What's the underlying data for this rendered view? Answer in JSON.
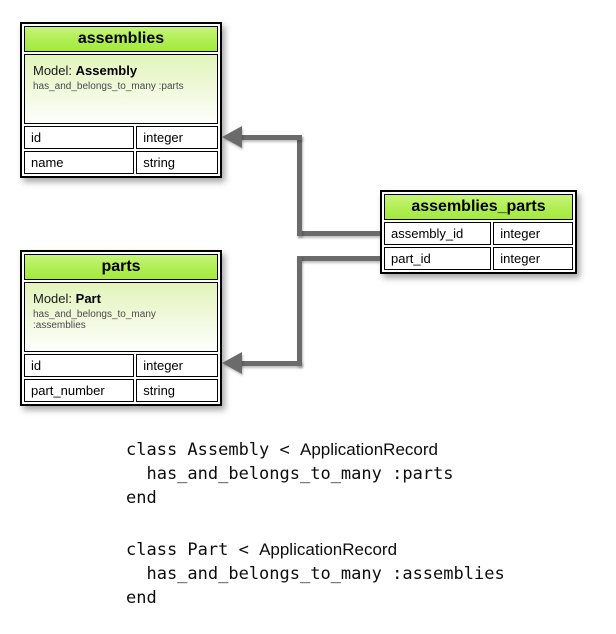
{
  "tables": [
    {
      "name": "assemblies",
      "model_label": "Model:",
      "model_name": "Assembly",
      "association": "has_and_belongs_to_many :parts",
      "rows": [
        {
          "field": "id",
          "type": "integer"
        },
        {
          "field": "name",
          "type": "string"
        }
      ]
    },
    {
      "name": "parts",
      "model_label": "Model:",
      "model_name": "Part",
      "association": "has_and_belongs_to_many :assemblies",
      "rows": [
        {
          "field": "id",
          "type": "integer"
        },
        {
          "field": "part_number",
          "type": "string"
        }
      ]
    },
    {
      "name": "assemblies_parts",
      "rows": [
        {
          "field": "assembly_id",
          "type": "integer"
        },
        {
          "field": "part_id",
          "type": "integer"
        }
      ]
    }
  ],
  "code": {
    "blocks": [
      {
        "line1_mono": "class Assembly < ",
        "line1_sans": "ApplicationRecord",
        "line2": "  has_and_belongs_to_many :parts",
        "line3": "end"
      },
      {
        "line1_mono": "class Part < ",
        "line1_sans": "ApplicationRecord",
        "line2": "  has_and_belongs_to_many :assemblies",
        "line3": "end"
      }
    ]
  },
  "colors": {
    "header_green": "#aeee50",
    "connector_gray": "#6b6b6b"
  }
}
